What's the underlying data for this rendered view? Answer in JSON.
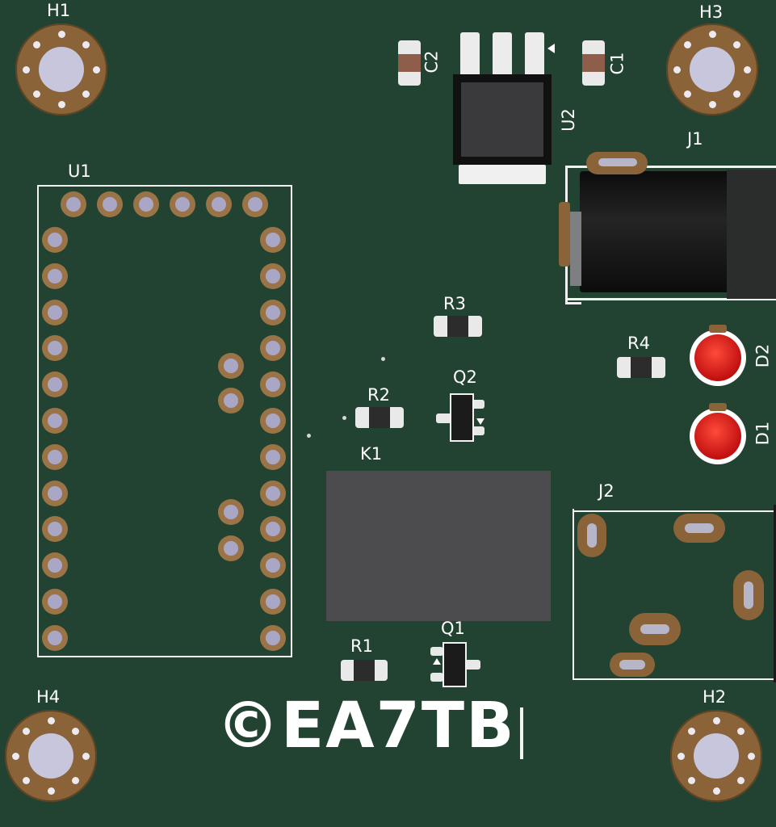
{
  "board": {
    "mask_color": "#234332",
    "copper_color": "#8a6438",
    "silk_color": "#ffffff"
  },
  "labels": {
    "H1": "H1",
    "H2": "H2",
    "H3": "H3",
    "H4": "H4",
    "U1": "U1",
    "U2": "U2",
    "J1": "J1",
    "J2": "J2",
    "C1": "C1",
    "C2": "C2",
    "R1": "R1",
    "R2": "R2",
    "R3": "R3",
    "R4": "R4",
    "Q1": "Q1",
    "Q2": "Q2",
    "K1": "K1",
    "D1": "D1",
    "D2": "D2"
  },
  "copyright": "©EA7TB",
  "icons": {
    "pin1_marker": "triangle-marker"
  }
}
